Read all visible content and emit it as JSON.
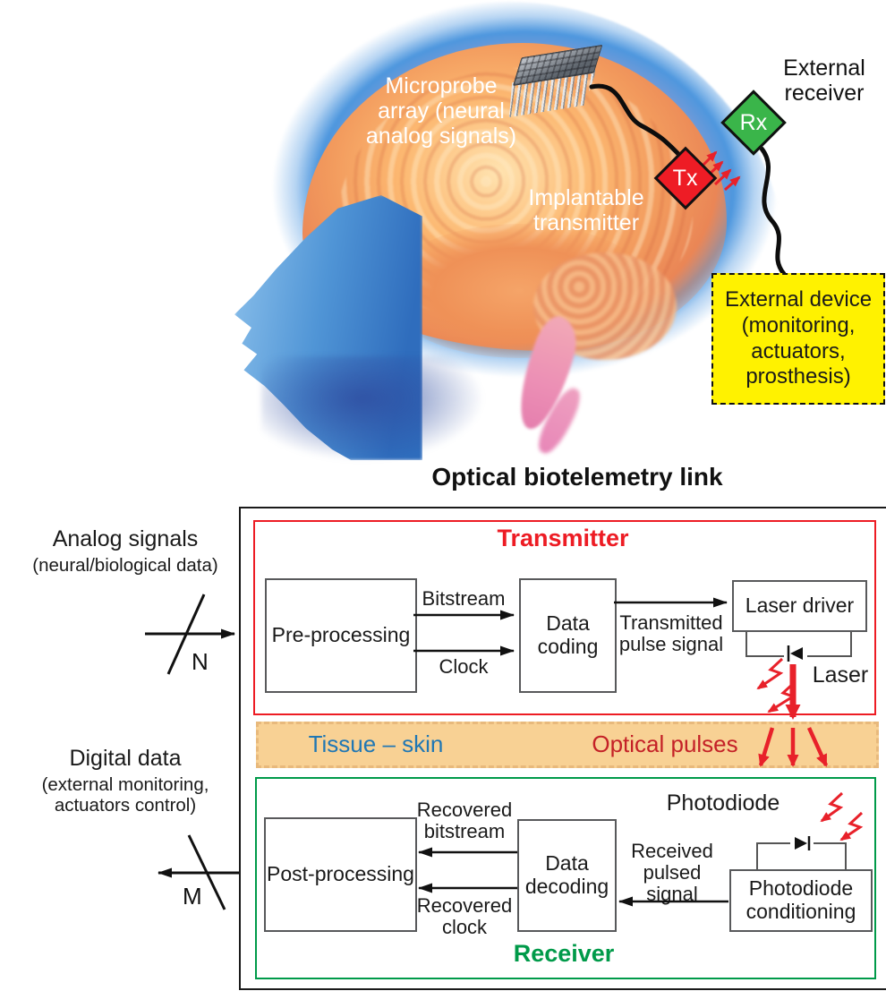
{
  "hero": {
    "microprobe_label": "Microprobe\narray (neural\nanalog signals)",
    "implantable_label": "Implantable\ntransmitter",
    "external_receiver_label": "External\nreceiver",
    "tx": "Tx",
    "rx": "Rx",
    "external_device_label": "External device\n(monitoring,\nactuators,\nprosthesis)"
  },
  "diagram": {
    "title": "Optical biotelemetry link",
    "transmitter_label": "Transmitter",
    "receiver_label": "Receiver",
    "tissue_label": "Tissue – skin",
    "optical_pulses_label": "Optical pulses",
    "blocks": {
      "pre_processing": "Pre-processing",
      "data_coding": "Data\ncoding",
      "laser_driver": "Laser driver",
      "post_processing": "Post-processing",
      "data_decoding": "Data\ndecoding",
      "photodiode_conditioning": "Photodiode\nconditioning"
    },
    "labels": {
      "bitstream": "Bitstream",
      "clock": "Clock",
      "transmitted_pulse": "Transmitted\npulse signal",
      "laser": "Laser",
      "photodiode": "Photodiode",
      "received_pulse": "Received\npulsed signal",
      "recovered_bitstream": "Recovered\nbitstream",
      "recovered_clock": "Recovered\nclock"
    },
    "analog": {
      "title": "Analog signals",
      "subtitle": "(neural/biological data)",
      "bus": "N"
    },
    "digital": {
      "title": "Digital data",
      "subtitle": "(external monitoring,\nactuators control)",
      "bus": "M"
    }
  },
  "colors": {
    "transmitter_red": "#ed1c24",
    "receiver_green": "#009a49",
    "tx_node_red": "#ee1c25",
    "rx_node_green": "#3ab54a",
    "device_yellow": "#fff200",
    "band_fill": "#f8d194",
    "band_border": "#e8b97c",
    "tissue_blue": "#2077b4",
    "optical_pulses_red": "#c42127"
  }
}
